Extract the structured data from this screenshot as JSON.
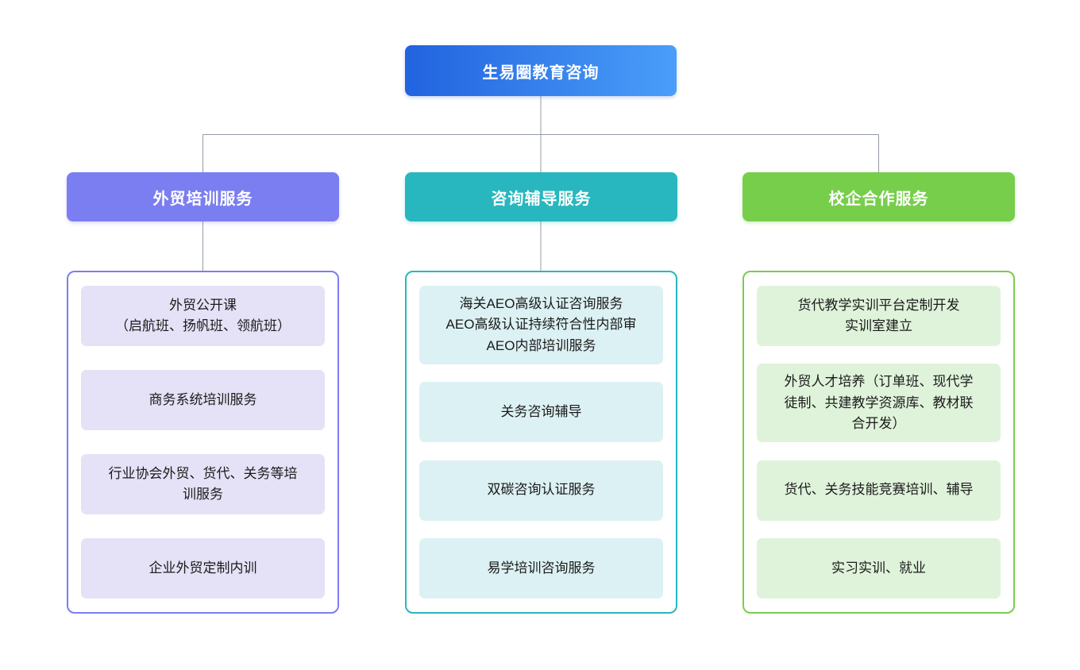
{
  "diagram": {
    "title": "org-chart",
    "connector_color": "#959BA6",
    "root": {
      "label": "生易圈教育咨询",
      "gradient_start": "#2263DF",
      "gradient_end": "#4A9EF9"
    },
    "branches": [
      {
        "label": "外贸培训服务",
        "accent": "#7B7EF0",
        "item_bg": "#E5E2F7",
        "items": [
          "外贸公开课\n（启航班、扬帆班、领航班）",
          "商务系统培训服务",
          "行业协会外贸、货代、关务等培训服务",
          "企业外贸定制内训"
        ]
      },
      {
        "label": "咨询辅导服务",
        "accent": "#28B7BE",
        "item_bg": "#DCF1F3",
        "items": [
          "海关AEO高级认证咨询服务\nAEO高级认证持续符合性内部审\nAEO内部培训服务",
          "关务咨询辅导",
          "双碳咨询认证服务",
          "易学培训咨询服务"
        ]
      },
      {
        "label": "校企合作服务",
        "accent": "#77CE4B",
        "item_bg": "#DFF3DA",
        "items": [
          "货代教学实训平台定制开发\n实训室建立",
          "外贸人才培养（订单班、现代学徒制、共建教学资源库、教材联合开发）",
          "货代、关务技能竞赛培训、辅导",
          "实习实训、就业"
        ]
      }
    ]
  }
}
